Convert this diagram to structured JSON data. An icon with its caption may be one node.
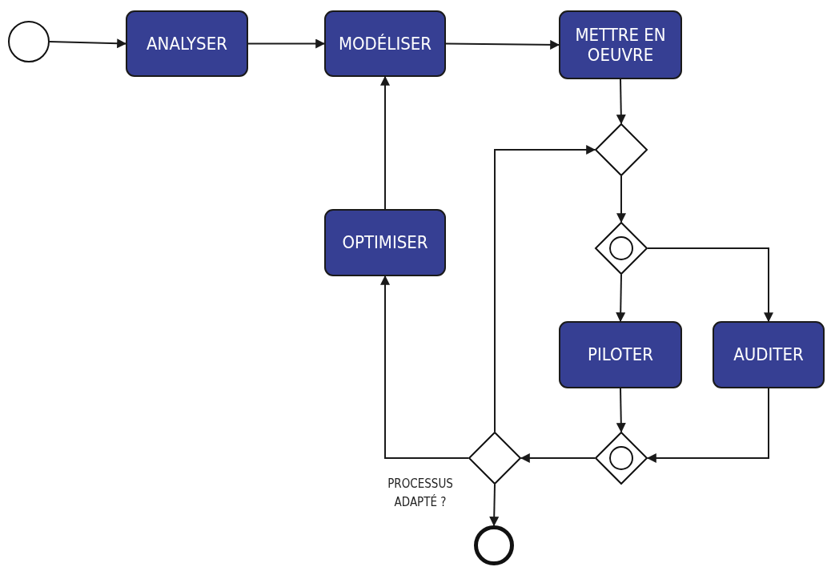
{
  "diagram": {
    "nodes": [
      {
        "text": [],
        "shape": "circle"
      },
      {
        "text": [
          "ANALYSER"
        ]
      },
      {
        "text": [
          "MODÉLISER"
        ]
      },
      {
        "text": [
          "METTRE EN OEUVRE"
        ]
      },
      {
        "text": [],
        "shape": "diamond"
      },
      {
        "text": [],
        "shape": "diamond"
      },
      {
        "text": [
          "PILOTER"
        ]
      },
      {
        "text": [
          "AUDITER"
        ]
      },
      {
        "text": [],
        "shape": "diamond"
      },
      {
        "text": [],
        "shape": "diamond",
        "beside": [
          "PROCESSUS ADAPTÉ ?"
        ]
      },
      {
        "text": [
          "OPTIMISER"
        ]
      },
      {
        "text": [],
        "shape": "circle"
      }
    ],
    "edges": [
      {
        "from": 0,
        "to": 1,
        "arrow": "to"
      },
      {
        "from": 1,
        "to": 2,
        "arrow": "to"
      },
      {
        "from": 2,
        "to": 3,
        "arrow": "to"
      },
      {
        "from": 3,
        "to": 4,
        "arrow": "to"
      },
      {
        "from": 4,
        "to": 5,
        "arrow": "to"
      },
      {
        "from": 5,
        "to": 6,
        "arrow": "to"
      },
      {
        "from": 5,
        "to": 7,
        "arrow": "to"
      },
      {
        "from": 6,
        "to": 8,
        "arrow": "to"
      },
      {
        "from": 7,
        "to": 8,
        "arrow": "to"
      },
      {
        "from": 8,
        "to": 9,
        "arrow": "to"
      },
      {
        "from": 9,
        "to": 10,
        "arrow": "to"
      },
      {
        "from": 9,
        "to": 4,
        "arrow": "to"
      },
      {
        "from": 9,
        "to": 11,
        "arrow": "to"
      },
      {
        "from": 10,
        "to": 2,
        "arrow": "to"
      }
    ]
  }
}
